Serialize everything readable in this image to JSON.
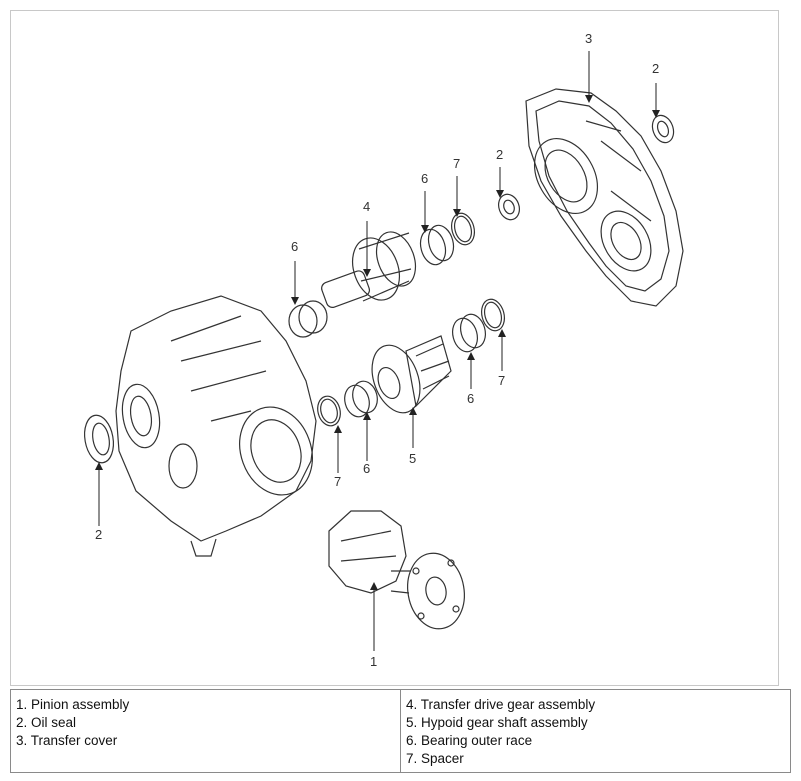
{
  "callouts": {
    "c1": "1",
    "c2a": "2",
    "c2b": "2",
    "c2c": "2",
    "c3": "3",
    "c4": "4",
    "c5": "5",
    "c6a": "6",
    "c6b": "6",
    "c6c": "6",
    "c6d": "6",
    "c7a": "7",
    "c7b": "7",
    "c7c": "7"
  },
  "legend": {
    "left": [
      "1. Pinion assembly",
      "2. Oil seal",
      "3. Transfer cover"
    ],
    "right": [
      "4. Transfer drive gear assembly",
      "5. Hypoid gear shaft assembly",
      "6. Bearing outer race",
      "7. Spacer"
    ]
  }
}
